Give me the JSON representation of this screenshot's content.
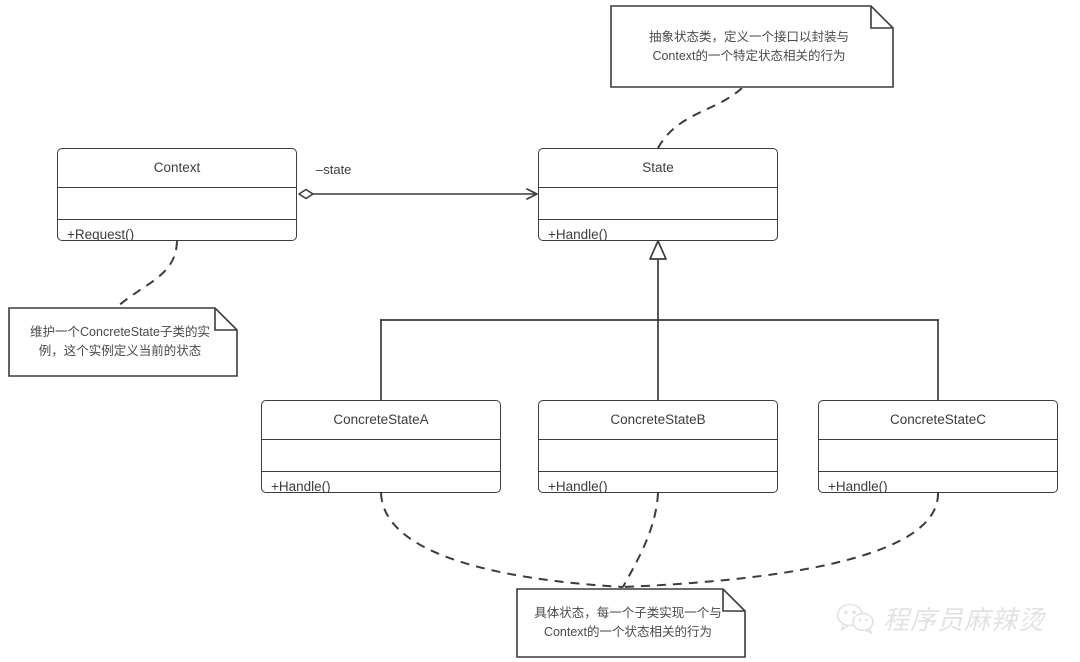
{
  "diagram": {
    "title": "State Pattern UML Class Diagram",
    "stroke_color": "#3c3c3c",
    "text_color": "#4a4a4a",
    "background": "#ffffff",
    "watermark_color": "#e2e2e2"
  },
  "classes": [
    {
      "key": "context",
      "name": "Context",
      "attributes": "",
      "operations": "+Request()"
    },
    {
      "key": "state",
      "name": "State",
      "attributes": "",
      "operations": "+Handle()"
    },
    {
      "key": "concrete_a",
      "name": "ConcreteStateA",
      "attributes": "",
      "operations": "+Handle()"
    },
    {
      "key": "concrete_b",
      "name": "ConcreteStateB",
      "attributes": "",
      "operations": "+Handle()"
    },
    {
      "key": "concrete_c",
      "name": "ConcreteStateC",
      "attributes": "",
      "operations": "+Handle()"
    }
  ],
  "edges": {
    "association_role_label": "–state"
  },
  "notes": [
    {
      "key": "state_note",
      "text": "抽象状态类，定义一个接口以封装与\nContext的一个特定状态相关的行为"
    },
    {
      "key": "context_note",
      "text": "维护一个ConcreteState子类的实\n例，这个实例定义当前的状态"
    },
    {
      "key": "concrete_note",
      "text": "具体状态，每一个子类实现一个与\nContext的一个状态相关的行为"
    }
  ],
  "watermark": {
    "icon": "wechat-icon",
    "text": "程序员麻辣烫"
  }
}
